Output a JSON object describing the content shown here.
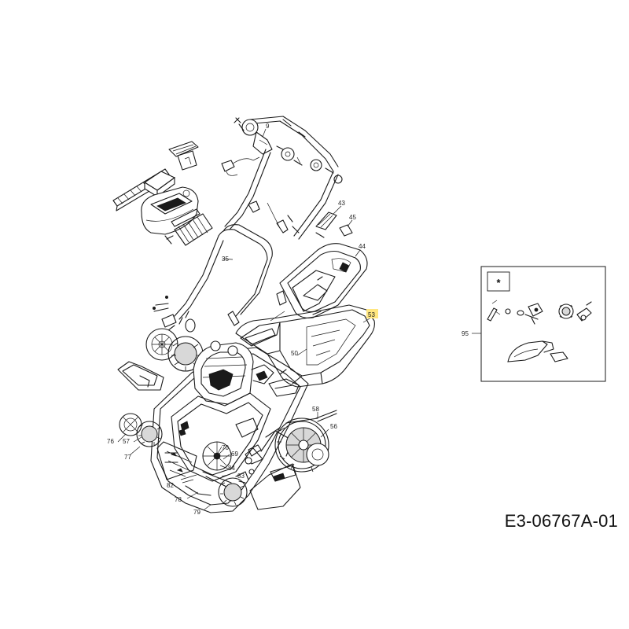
{
  "drawing_code": "E3-06767A-01",
  "highlight_color": "#ffe680",
  "highlighted_part": "53",
  "callouts": {
    "c9": "9",
    "c35": "35",
    "c43": "43",
    "c45": "45",
    "c44": "44",
    "c53": "53",
    "c50": "50",
    "c58": "58",
    "c56": "56",
    "c76": "76",
    "c57": "57",
    "c77": "77",
    "c70": "70",
    "c69": "69",
    "c84": "84",
    "c83": "83",
    "c82": "82",
    "c78": "78",
    "c79": "79",
    "c95": "95"
  },
  "inset": {
    "marker": "*"
  }
}
